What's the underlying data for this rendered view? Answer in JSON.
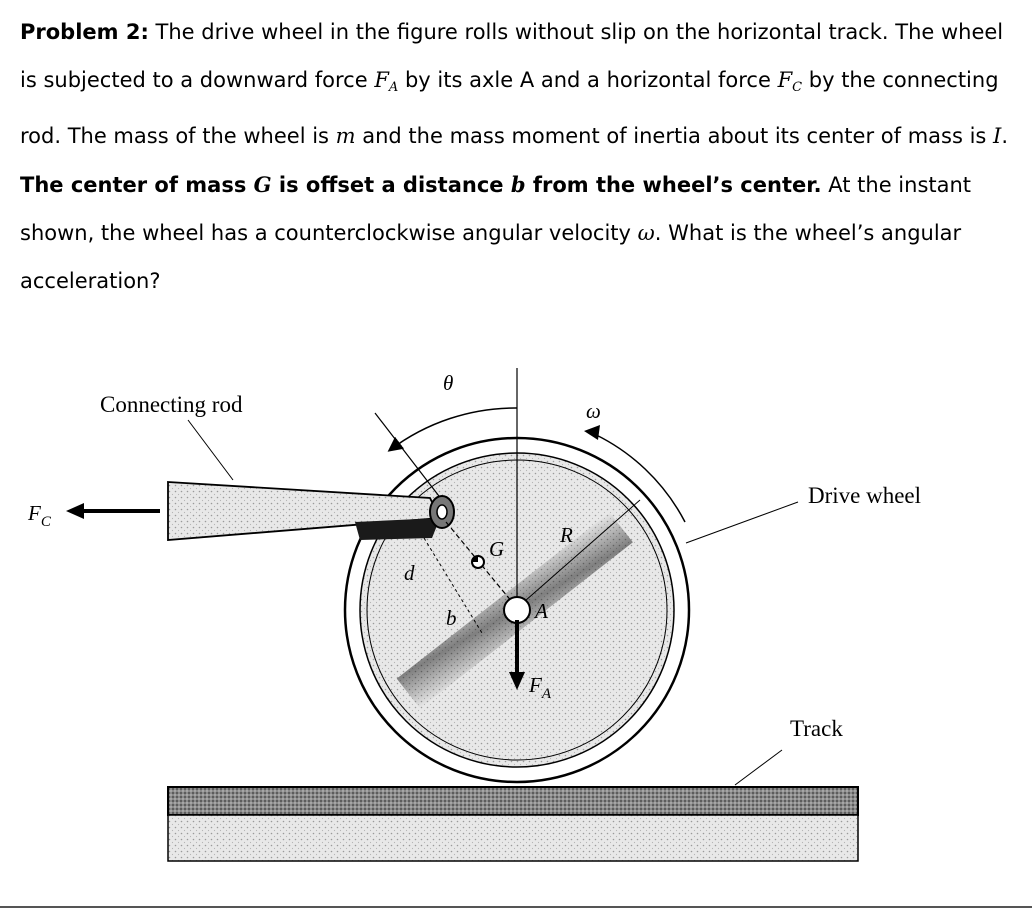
{
  "problem": {
    "heading": "Problem 2:",
    "s1": " The drive wheel in the figure rolls without slip on the horizontal track. The wheel is subjected to a downward force ",
    "fa": "F",
    "fa_sub": "A",
    "s2": " by its axle A and a horizontal force ",
    "fc": "F",
    "fc_sub": "C",
    "s3": " by the connecting rod. The mass of the wheel is ",
    "m": "m",
    "s4": " and the mass moment of inertia about its center of mass is ",
    "I": "I",
    "s5": ". ",
    "bold_a": "The center of mass ",
    "G": "G",
    "bold_b": " is offset a distance ",
    "b": "b",
    "bold_c": " from the wheel’s center.",
    "s6": " At the instant shown, the wheel has a counterclockwise angular velocity ",
    "omega": "ω",
    "s7": ". What is the wheel’s angular acceleration?"
  },
  "figure": {
    "connecting_rod": "Connecting rod",
    "drive_wheel": "Drive wheel",
    "track": "Track",
    "theta": "θ",
    "omega": "ω",
    "F": "F",
    "C": "C",
    "A_sub": "A",
    "d": "d",
    "b": "b",
    "G": "G",
    "R": "R",
    "A": "A"
  }
}
